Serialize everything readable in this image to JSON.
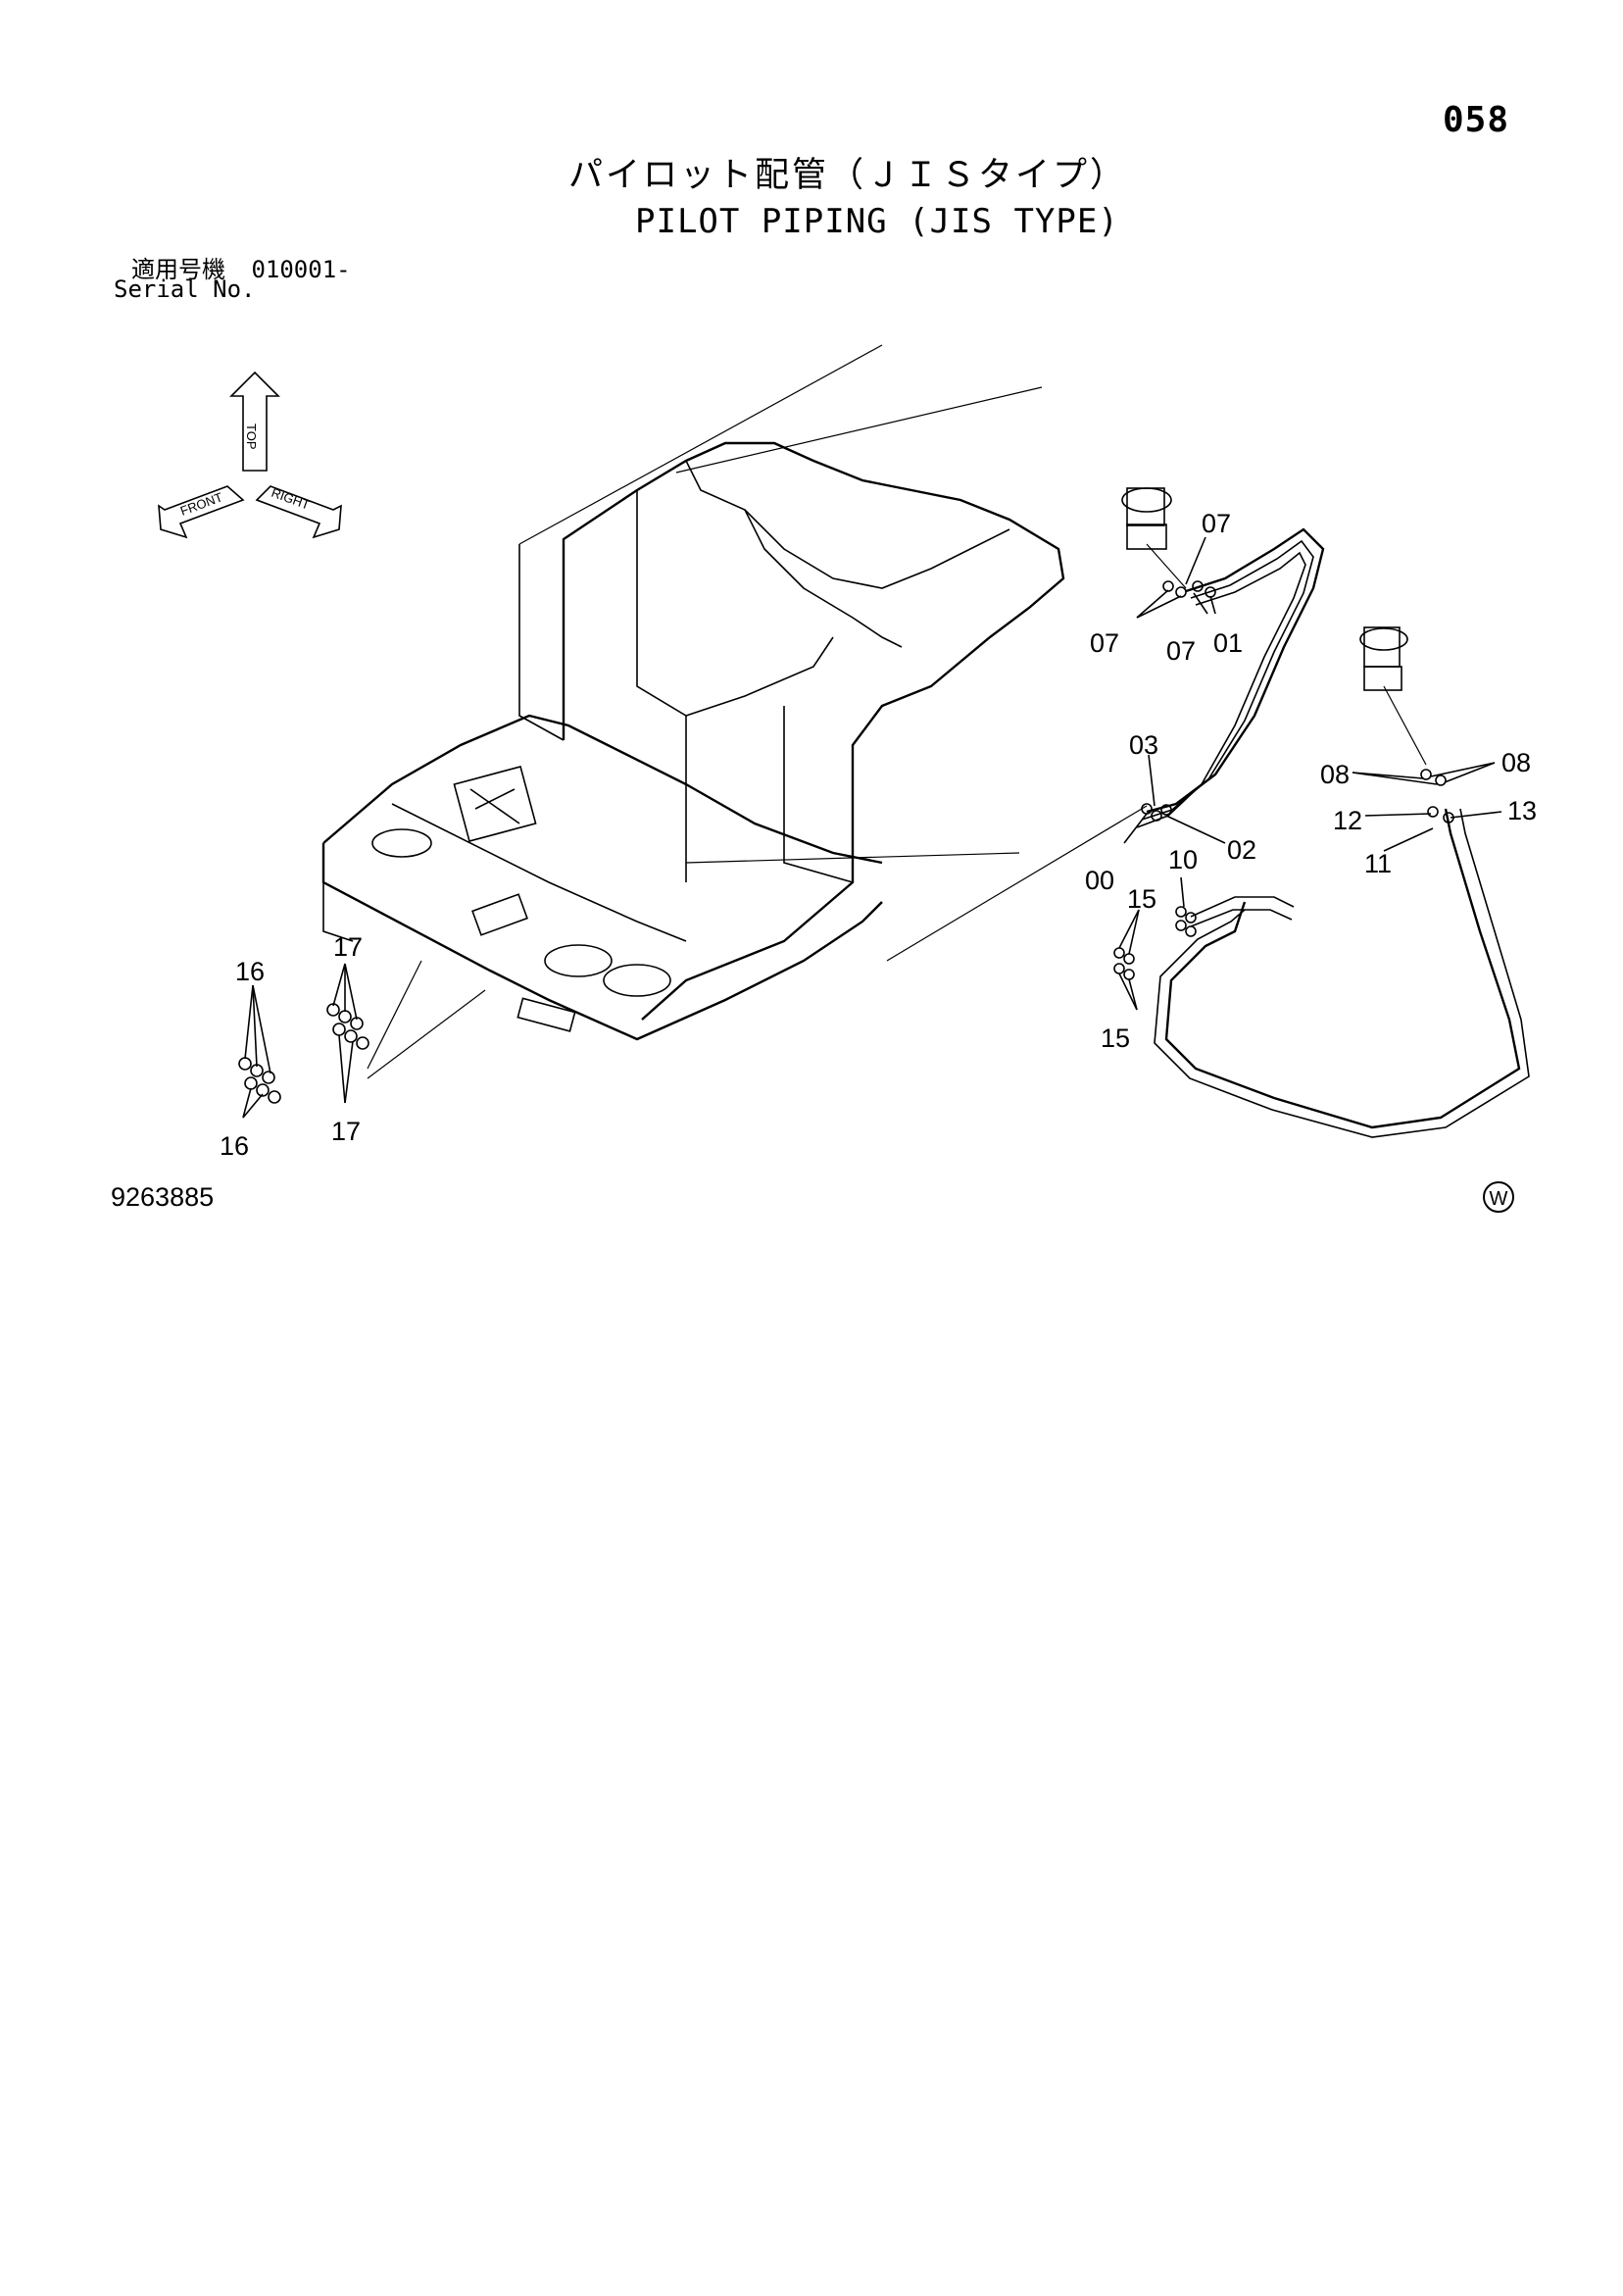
{
  "page_number": "058",
  "title_ja": "パイロット配管（ＪＩＳタイプ）",
  "title_en": "PILOT PIPING (JIS TYPE)",
  "serial_label_ja": "適用号機",
  "serial_value": "010001-",
  "serial_label_en": "Serial No.",
  "drawing_number": "9263885",
  "watermark_symbol": "W",
  "orientation_icon": {
    "labels": [
      "TOP",
      "FRONT",
      "RIGHT"
    ]
  },
  "callouts": [
    "07",
    "07",
    "07",
    "01",
    "03",
    "00",
    "02",
    "10",
    "15",
    "15",
    "08",
    "08",
    "12",
    "13",
    "11",
    "16",
    "16",
    "17",
    "17"
  ]
}
